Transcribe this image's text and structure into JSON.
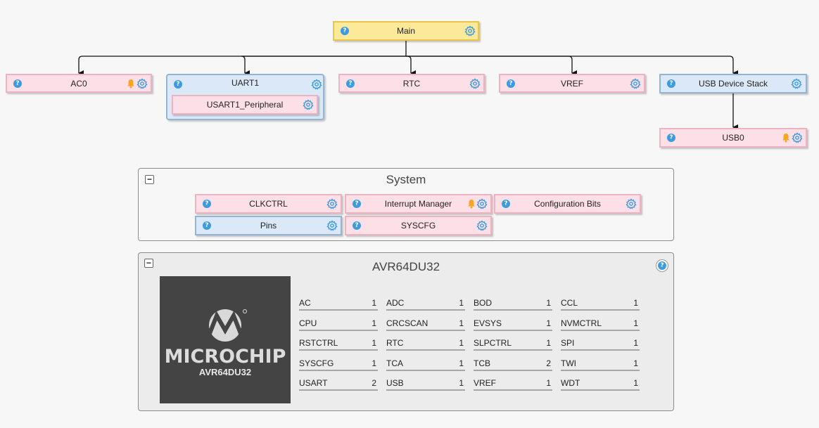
{
  "graph": {
    "main": "Main",
    "ac0": "AC0",
    "uart1": "UART1",
    "usart1_peripheral": "USART1_Peripheral",
    "rtc": "RTC",
    "vref": "VREF",
    "usb_device_stack": "USB Device Stack",
    "usb0": "USB0"
  },
  "system": {
    "title": "System",
    "clkctrl": "CLKCTRL",
    "interrupt_manager": "Interrupt Manager",
    "configuration_bits": "Configuration Bits",
    "pins": "Pins",
    "syscfg": "SYSCFG"
  },
  "device": {
    "title": "AVR64DU32",
    "logo_text": "MICROCHIP",
    "chip_part": "AVR64DU32",
    "peripherals": [
      [
        {
          "name": "AC",
          "count": "1"
        },
        {
          "name": "ADC",
          "count": "1"
        },
        {
          "name": "BOD",
          "count": "1"
        },
        {
          "name": "CCL",
          "count": "1"
        }
      ],
      [
        {
          "name": "CPU",
          "count": "1"
        },
        {
          "name": "CRCSCAN",
          "count": "1"
        },
        {
          "name": "EVSYS",
          "count": "1"
        },
        {
          "name": "NVMCTRL",
          "count": "1"
        }
      ],
      [
        {
          "name": "RSTCTRL",
          "count": "1"
        },
        {
          "name": "RTC",
          "count": "1"
        },
        {
          "name": "SLPCTRL",
          "count": "1"
        },
        {
          "name": "SPI",
          "count": "1"
        }
      ],
      [
        {
          "name": "SYSCFG",
          "count": "1"
        },
        {
          "name": "TCA",
          "count": "1"
        },
        {
          "name": "TCB",
          "count": "2"
        },
        {
          "name": "TWI",
          "count": "1"
        }
      ],
      [
        {
          "name": "USART",
          "count": "2"
        },
        {
          "name": "USB",
          "count": "1"
        },
        {
          "name": "VREF",
          "count": "1"
        },
        {
          "name": "WDT",
          "count": "1"
        }
      ]
    ]
  },
  "icons": {
    "help": "help-icon",
    "gear": "gear-icon",
    "bell": "bell-icon",
    "collapse": "minus-icon"
  },
  "colors": {
    "pink_node": "#fde0e7",
    "blue_node": "#dae8f7",
    "yellow_node": "#fde99a",
    "accent_blue": "#3d9be0",
    "bell_orange": "#f5a623"
  }
}
